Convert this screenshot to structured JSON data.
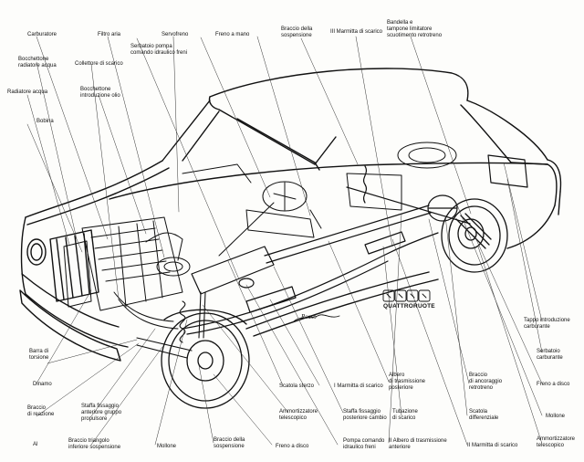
{
  "labels": {
    "carburatore": "Carburatore",
    "bocchettone_radiatore": "Bocchettone\nradiatore acqua",
    "radiatore": "Radiatore acqua",
    "bobina": "Bobina",
    "filtro_aria": "Filtro aria",
    "collettore": "Collettore di scarico",
    "bocchettone_olio": "Bocchettone\nintroduzione olio",
    "serbatoio_pompa": "Serbatoio pompa\ncomando idraulico freni",
    "servofreno": "Servofreno",
    "freno_mano": "Freno a mano",
    "braccio_sosp_top": "Braccio della\nsospensione",
    "marmitta_top": "III Marmitta di scarico",
    "bandella": "Bandella e\ntampone limitatore\nscuotimento retrotreno",
    "barra_torsione": "Barra di\ntorsione",
    "dinamo": "Dinamo",
    "braccio_reazione": "Braccio\ndi reazione",
    "staffa_anteriore": "Staffa fissaggio\nanteriore gruppo\npropulsore",
    "braccio_triangolo": "Braccio triangolo\ninferiore sospensione",
    "molleone": "Mollone",
    "braccio_sosp_bot": "Braccio della\nsospensione",
    "freno_disco_front": "Freno a disco",
    "scatola_sterzo": "Scatola sterzo",
    "ammortizzatore_front": "Ammortizzatore\ntelescopico",
    "i_marmitta": "I Marmitta di scarico",
    "staffa_posteriore": "Staffa fissaggio\nposteriore cambio",
    "pompa_comando": "Pompa comando\nidraulico freni",
    "albero_trasm": "Albero\ndi trasmissione\nposteriore",
    "tubazione": "Tubazione\ndi scarico",
    "ii_albero": "II Albero di trasmissione\nanteriore",
    "braccio_ancoraggio": "Braccio\ndi ancoraggio\nretrotreno",
    "scatola_diff": "Scatola\ndifferenziale",
    "ii_marmitta": "II Marmitta di scarico",
    "tappo_carburante": "Tappo introduzione\ncarburante",
    "serbatoio_carb": "Serbatoio\ncarburante",
    "freno_disco_rear": "Freno a disco",
    "mollone_rear": "Mollone",
    "ammortizzatore_rear": "Ammortizzatore\ntelescopico",
    "partial_left": "Al"
  },
  "logo": {
    "text": "QUATTRORUOTE"
  },
  "signature": "Rosso",
  "colors": {
    "ink": "#111111",
    "paper": "#fdfdfb"
  }
}
